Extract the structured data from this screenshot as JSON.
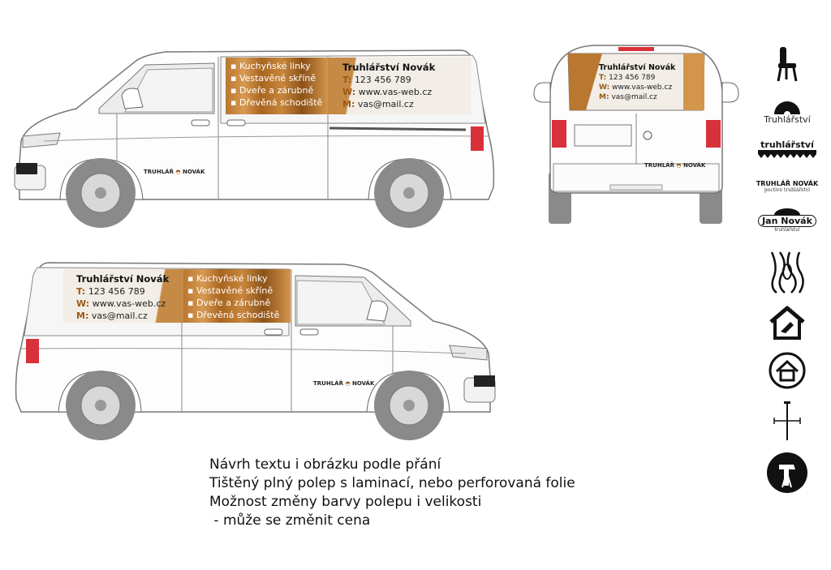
{
  "company": {
    "name": "Truhlářství Novák",
    "phone_prefix": "T:",
    "phone": "123 456 789",
    "web_prefix": "W:",
    "web": "www.vas-web.cz",
    "mail_prefix": "M:",
    "mail": "vas@mail.cz"
  },
  "services": [
    "Kuchyňské linky",
    "Vestavěné skříně",
    "Dveře a zárubně",
    "Dřevěná schodiště"
  ],
  "side_logo": {
    "left": "TRUHLÁŘ",
    "right": "NOVÁK"
  },
  "logos": {
    "logo2": "Truhlářství",
    "logo3": "truhlářství",
    "logo4_main": "TRUHLÁŘ NOVÁK",
    "logo4_sub": "poctivé truhlářství",
    "logo5_main": "Jan Novák",
    "logo5_sub": "truhlářství"
  },
  "icons": [
    "chair-icon",
    "saw-blade-logo-icon",
    "saw-logo-icon",
    "planks-logo-icon",
    "jan-novak-logo-icon",
    "wood-grain-icon",
    "house-hammer-icon",
    "house-circle-icon",
    "nail-icon",
    "hammer-circle-icon"
  ],
  "notes": [
    "Návrh textu i obrázku podle přání",
    "Tištěný plný polep s laminací, nebo perforovaná folie",
    "Možnost změny barvy polepu i velikosti",
    " - může se změnit cena"
  ],
  "colors": {
    "accent": "#9a5a14",
    "wood": "#b9772f",
    "tail_light": "#d8313a",
    "tire": "#8a8a8a"
  }
}
